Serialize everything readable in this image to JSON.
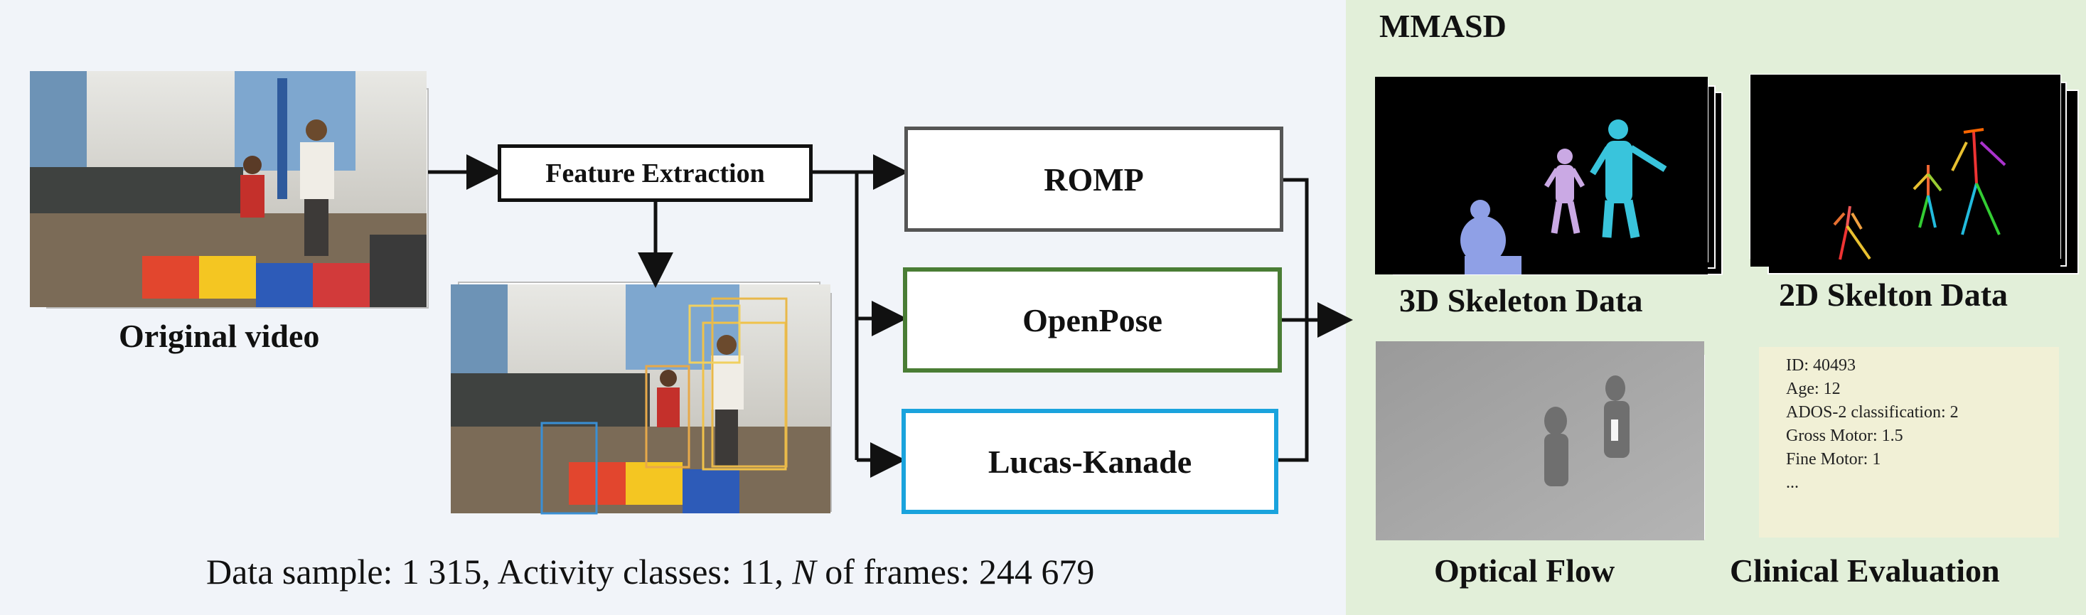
{
  "panel": {
    "title": "MMASD",
    "bg_color": "#e2efd9"
  },
  "pipeline": {
    "original_label": "Original video",
    "feature_extraction": "Feature Extraction",
    "methods": [
      {
        "name": "ROMP",
        "color": "#555555"
      },
      {
        "name": "OpenPose",
        "color": "#4a7d35"
      },
      {
        "name": "Lucas-Kanade",
        "color": "#1aa3dd"
      }
    ]
  },
  "outputs": {
    "skeleton_3d": "3D Skeleton Data",
    "skeleton_2d": "2D Skelton Data",
    "optical_flow": "Optical Flow",
    "clinical": "Clinical Evaluation"
  },
  "clinical_card": {
    "lines": [
      "ID: 40493",
      "Age: 12",
      "ADOS-2 classification: 2",
      "Gross Motor: 1.5",
      "Fine Motor: 1",
      "..."
    ]
  },
  "footer": {
    "prefix": "Data sample: 1 315, Activity classes: 11, ",
    "n_symbol": "N",
    "suffix": " of frames: 244 679"
  },
  "colors": {
    "background": "#f1f4f9",
    "arrow": "#111111",
    "frame_dark": "#000000"
  }
}
